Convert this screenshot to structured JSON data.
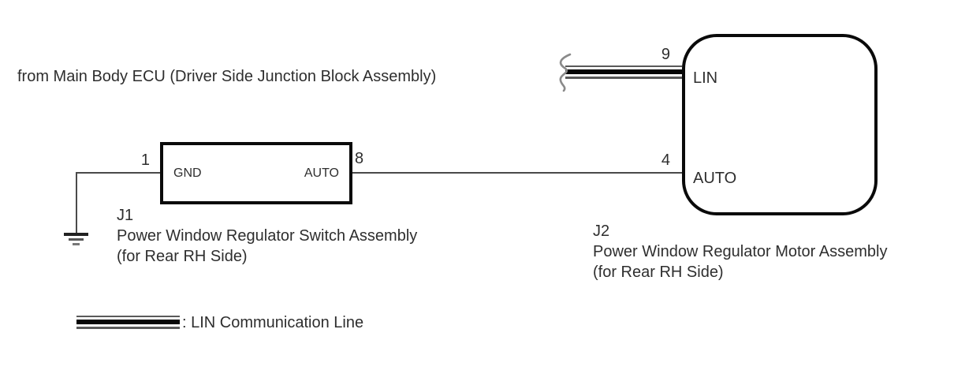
{
  "diagram": {
    "source_note": "from Main Body ECU (Driver Side Junction Block Assembly)",
    "j1": {
      "id": "J1",
      "name": "Power Window Regulator Switch Assembly",
      "variant": "(for Rear RH Side)",
      "pins": {
        "gnd": {
          "number": "1",
          "label": "GND"
        },
        "auto": {
          "number": "8",
          "label": "AUTO"
        }
      }
    },
    "j2": {
      "id": "J2",
      "name": "Power Window Regulator Motor Assembly",
      "variant": "(for Rear RH Side)",
      "pins": {
        "lin": {
          "number": "9",
          "label": "LIN"
        },
        "auto": {
          "number": "4",
          "label": "AUTO"
        }
      }
    },
    "legend": {
      "lin_label": ": LIN Communication Line"
    },
    "colors": {
      "box_border": "#0a0a0a",
      "wire": "#4a4a4a",
      "text": "#2e2e2e"
    }
  }
}
